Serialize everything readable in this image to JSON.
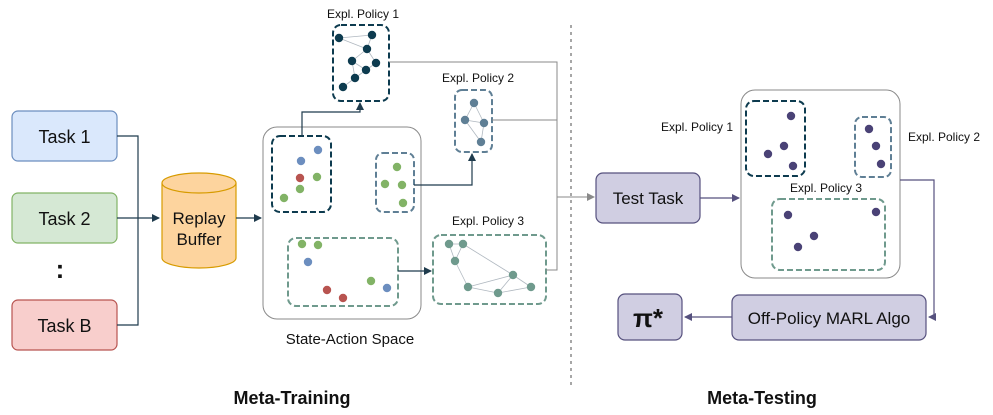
{
  "tasks": [
    "Task 1",
    "Task 2",
    "Task B"
  ],
  "ellipsis": ":",
  "replay_buffer": [
    "Replay",
    "Buffer"
  ],
  "state_action_label": "State-Action Space",
  "policies": {
    "p1": "Expl. Policy 1",
    "p2": "Expl. Policy 2",
    "p3": "Expl. Policy 3"
  },
  "test_task": "Test Task",
  "algo": "Off-Policy MARL Algo",
  "pi_star": "π*",
  "sections": {
    "training": "Meta-Training",
    "testing": "Meta-Testing"
  },
  "colors": {
    "task1_fill": "#dae8fc",
    "task1_stroke": "#6c8ebf",
    "task2_fill": "#d5e8d4",
    "task2_stroke": "#82b366",
    "taskb_fill": "#f8cecc",
    "taskb_stroke": "#b85450",
    "buffer_fill": "#fdd49e",
    "buffer_stroke": "#d79b00",
    "purple_fill": "#d0cee2",
    "purple_stroke": "#56517e",
    "dark_teal": "#0d3b4f",
    "mid_teal": "#5f7f95",
    "sage": "#6f9a8d",
    "dot_blue": "#6c8ebf",
    "dot_green": "#82b366",
    "dot_red": "#b85450",
    "dot_purple": "#4a4276"
  }
}
